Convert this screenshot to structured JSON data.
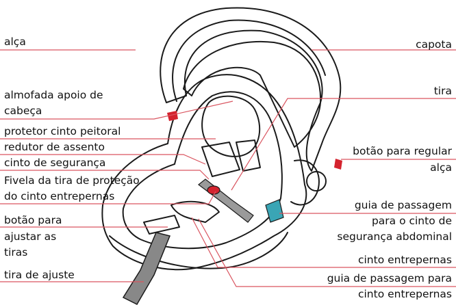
{
  "colors": {
    "outline": "#1a1a1a",
    "leader": "#d9545f",
    "accent_red": "#d4232e",
    "teal": "#3aa5b5",
    "strap_gray": "#888888",
    "label_text": "#111111"
  },
  "labels": {
    "left": {
      "alca": "alça",
      "almofada_1": "almofada apoio de",
      "almofada_2": "cabeça",
      "protetor": "protetor cinto peitoral",
      "redutor": "redutor de assento",
      "cinto_seguranca": "cinto de segurança",
      "fivela_1": "Fivela da tira de proteção",
      "fivela_2": "do cinto entrepernas",
      "botao_ajustar_1": "botão para",
      "botao_ajustar_2": "ajustar as",
      "botao_ajustar_3": "tiras",
      "tira_ajuste": "tira de ajuste"
    },
    "right": {
      "capota": "capota",
      "tira": "tira",
      "botao_regular_1": "botão para regular",
      "botao_regular_2": "alça",
      "guia_abdominal_1": "guia de passagem",
      "guia_abdominal_2": "para o cinto de",
      "guia_abdominal_3": "segurança abdominal",
      "cinto_entrepernas": "cinto entrepernas",
      "guia_entrepernas_1": "guia de passagem para",
      "guia_entrepernas_2": "cinto entrepernas"
    }
  }
}
